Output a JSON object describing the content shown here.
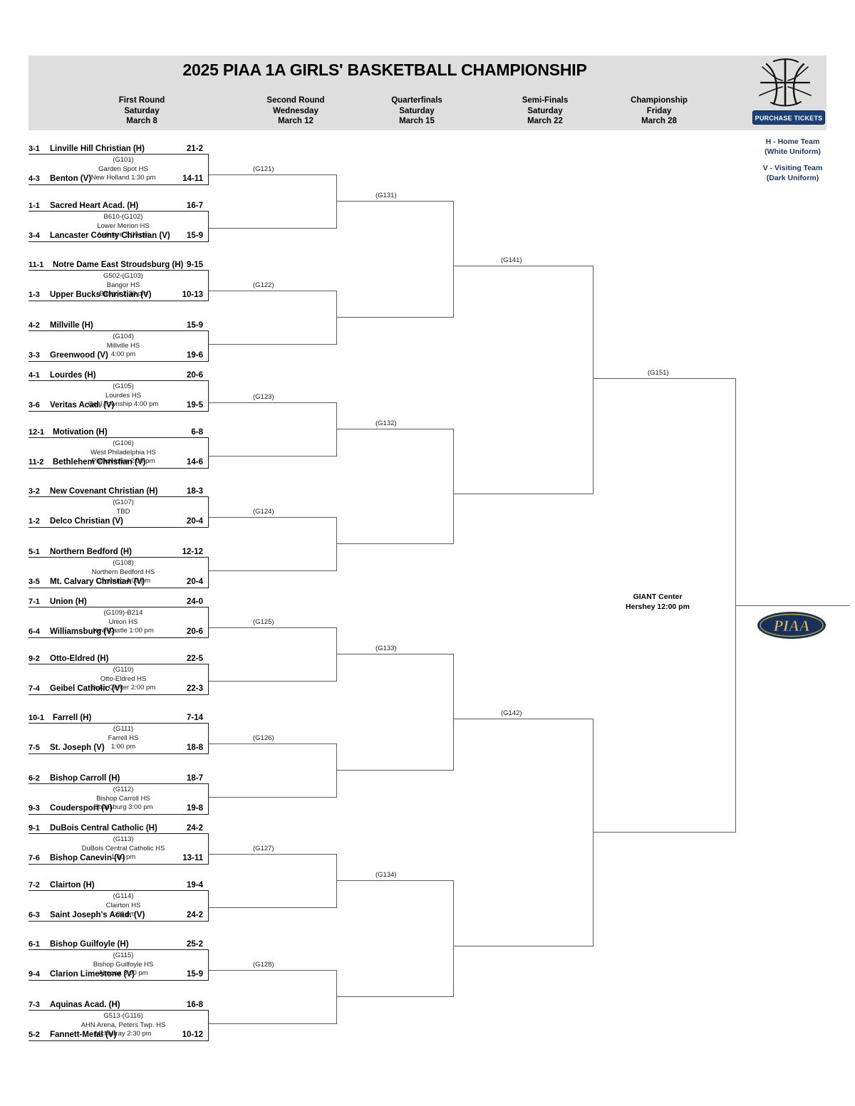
{
  "header": {
    "title": "2025 PIAA 1A GIRLS' BASKETBALL CHAMPIONSHIP",
    "rounds": [
      {
        "name": "First Round",
        "day": "Saturday",
        "date": "March 8"
      },
      {
        "name": "Second Round",
        "day": "Wednesday",
        "date": "March 12"
      },
      {
        "name": "Quarterfinals",
        "day": "Saturday",
        "date": "March 15"
      },
      {
        "name": "Semi-Finals",
        "day": "Saturday",
        "date": "March 22"
      },
      {
        "name": "Championship",
        "day": "Friday",
        "date": "March 28"
      }
    ],
    "tickets_label": "PURCHASE TICKETS",
    "ball_icon": "basketball-icon",
    "header_bg": "#dedede"
  },
  "legend": {
    "color": "#1f3864",
    "home_line1": "H - Home Team",
    "home_line2": "(White Uniform)",
    "visit_line1": "V - Visiting Team",
    "visit_line2": "(Dark Uniform)"
  },
  "first_round": [
    {
      "game": "(G101)",
      "venue": "Garden Spot HS",
      "place": "New Holland 1:30 pm",
      "top": {
        "seed": "3-1",
        "team": "Linville Hill Christian (H)",
        "record": "21-2"
      },
      "bot": {
        "seed": "4-3",
        "team": "Benton (V)",
        "record": "14-11"
      }
    },
    {
      "game": "B610-(G102)",
      "venue": "Lower Merion HS",
      "place": "Ardmore 3:00 pm",
      "top": {
        "seed": "1-1",
        "team": "Sacred Heart Acad. (H)",
        "record": "16-7"
      },
      "bot": {
        "seed": "3-4",
        "team": "Lancaster County Christian (V)",
        "record": "15-9"
      }
    },
    {
      "game": "G502-(G103)",
      "venue": "Bangor HS",
      "place": "Bangor 2:30 pm",
      "top": {
        "seed": "11-1",
        "team": "Notre Dame East Stroudsburg (H)",
        "record": "9-15"
      },
      "bot": {
        "seed": "1-3",
        "team": "Upper Bucks Christian (V)",
        "record": "10-13"
      }
    },
    {
      "game": "(G104)",
      "venue": "Millville HS",
      "place": "4:00 pm",
      "top": {
        "seed": "4-2",
        "team": "Millville (H)",
        "record": "15-9"
      },
      "bot": {
        "seed": "3-3",
        "team": "Greenwood (V)",
        "record": "19-6"
      }
    },
    {
      "game": "(G105)",
      "venue": "Lourdes HS",
      "place": "Coal Township 4:00 pm",
      "top": {
        "seed": "4-1",
        "team": "Lourdes (H)",
        "record": "20-6"
      },
      "bot": {
        "seed": "3-6",
        "team": "Veritas Acad. (V)",
        "record": "19-5"
      }
    },
    {
      "game": "(G106)",
      "venue": "West Philadelphia HS",
      "place": "Philadelphia 2:00 pm",
      "top": {
        "seed": "12-1",
        "team": "Motivation (H)",
        "record": "6-8"
      },
      "bot": {
        "seed": "11-2",
        "team": "Bethlehem Christian (V)",
        "record": "14-6"
      }
    },
    {
      "game": "(G107)",
      "venue": "TBD",
      "place": "",
      "top": {
        "seed": "3-2",
        "team": "New Covenant Christian (H)",
        "record": "18-3"
      },
      "bot": {
        "seed": "1-2",
        "team": "Delco Christian (V)",
        "record": "20-4"
      }
    },
    {
      "game": "(G108)",
      "venue": "Northern Bedford HS",
      "place": "Loysburg 4:00 pm",
      "top": {
        "seed": "5-1",
        "team": "Northern Bedford (H)",
        "record": "12-12"
      },
      "bot": {
        "seed": "3-5",
        "team": "Mt. Calvary Christian (V)",
        "record": "20-4"
      }
    },
    {
      "game": "(G109)-B214",
      "venue": "Union HS",
      "place": "New Castle 1:00 pm",
      "top": {
        "seed": "7-1",
        "team": "Union (H)",
        "record": "24-0"
      },
      "bot": {
        "seed": "6-4",
        "team": "Williamsburg (V)",
        "record": "20-6"
      }
    },
    {
      "game": "(G110)",
      "venue": "Otto-Eldred HS",
      "place": "Duke Center 2:00 pm",
      "top": {
        "seed": "9-2",
        "team": "Otto-Eldred (H)",
        "record": "22-5"
      },
      "bot": {
        "seed": "7-4",
        "team": "Geibel Catholic (V)",
        "record": "22-3"
      }
    },
    {
      "game": "(G111)",
      "venue": "Farrell HS",
      "place": "1:00 pm",
      "top": {
        "seed": "10-1",
        "team": "Farrell (H)",
        "record": "7-14"
      },
      "bot": {
        "seed": "7-5",
        "team": "St. Joseph (V)",
        "record": "18-8"
      }
    },
    {
      "game": "(G112)",
      "venue": "Bishop Carroll HS",
      "place": "Ebensburg 3:00 pm",
      "top": {
        "seed": "6-2",
        "team": "Bishop Carroll (H)",
        "record": "18-7"
      },
      "bot": {
        "seed": "9-3",
        "team": "Coudersport (V)",
        "record": "19-8"
      }
    },
    {
      "game": "(G113)",
      "venue": "DuBois Central Catholic HS",
      "place": "1:00 pm",
      "top": {
        "seed": "9-1",
        "team": "DuBois Central Catholic (H)",
        "record": "24-2"
      },
      "bot": {
        "seed": "7-6",
        "team": "Bishop Canevin (V)",
        "record": "13-11"
      }
    },
    {
      "game": "(G114)",
      "venue": "Clairton HS",
      "place": "1:00 pm",
      "top": {
        "seed": "7-2",
        "team": "Clairton (H)",
        "record": "19-4"
      },
      "bot": {
        "seed": "6-3",
        "team": "Saint Joseph's Acad. (V)",
        "record": "24-2"
      }
    },
    {
      "game": "(G115)",
      "venue": "Bishop Guilfoyle HS",
      "place": "Altoona 3:00 pm",
      "top": {
        "seed": "6-1",
        "team": "Bishop Guilfoyle (H)",
        "record": "25-2"
      },
      "bot": {
        "seed": "9-4",
        "team": "Clarion Limestone (V)",
        "record": "15-9"
      }
    },
    {
      "game": "G513-(G116)",
      "venue": "AHN Arena, Peters Twp. HS",
      "place": "McMurray 2:30 pm",
      "top": {
        "seed": "7-3",
        "team": "Aquinas Acad. (H)",
        "record": "16-8"
      },
      "bot": {
        "seed": "5-2",
        "team": "Fannett-Metal (V)",
        "record": "10-12"
      }
    }
  ],
  "second_round": [
    {
      "game": "(G121)"
    },
    {
      "game": "(G122)"
    },
    {
      "game": "(G123)"
    },
    {
      "game": "(G124)"
    },
    {
      "game": "(G125)"
    },
    {
      "game": "(G126)"
    },
    {
      "game": "(G127)"
    },
    {
      "game": "(G128)"
    }
  ],
  "quarterfinals": [
    {
      "game": "(G131)"
    },
    {
      "game": "(G132)"
    },
    {
      "game": "(G133)"
    },
    {
      "game": "(G134)"
    }
  ],
  "semifinals": [
    {
      "game": "(G141)"
    },
    {
      "game": "(G142)"
    }
  ],
  "final": {
    "game": "(G151)",
    "venue_line1": "GIANT Center",
    "venue_line2": "Hershey 12:00 pm",
    "logo": "piaa-logo",
    "logo_text": "PIAA"
  }
}
